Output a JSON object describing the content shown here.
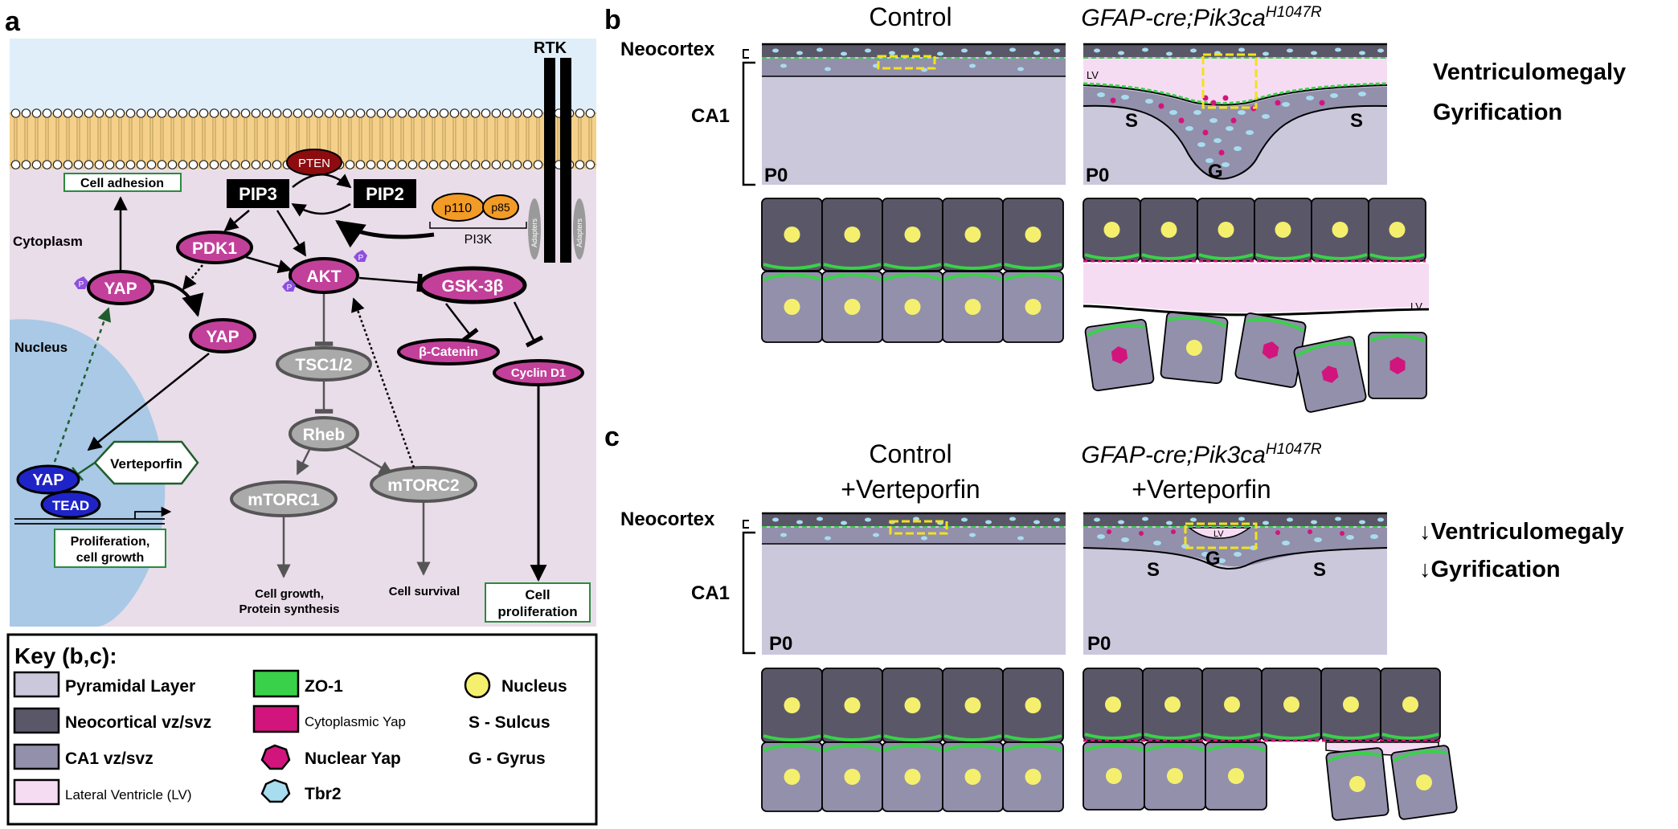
{
  "panels": {
    "a": "a",
    "b": "b",
    "c": "c"
  },
  "pathway": {
    "rtk": "RTK",
    "adapters": "Adapters",
    "pten": "PTEN",
    "pip3": "PIP3",
    "pip2": "PIP2",
    "p110": "p110",
    "p85": "p85",
    "pi3k": "PI3K",
    "cell_adhesion": "Cell adhesion",
    "cytoplasm": "Cytoplasm",
    "nucleus": "Nucleus",
    "pdk1": "PDK1",
    "akt": "AKT",
    "yap": "YAP",
    "p": "P",
    "gsk3b": "GSK-3β",
    "beta_catenin": "β-Catenin",
    "cyclin_d1": "Cyclin D1",
    "tsc12": "TSC1/2",
    "rheb": "Rheb",
    "mtorc1": "mTORC1",
    "mtorc2": "mTORC2",
    "verteporfin": "Verteporfin",
    "tead": "TEAD",
    "prolif_1": "Proliferation,",
    "prolif_2": "cell growth",
    "growth_1": "Cell growth,",
    "growth_2": "Protein synthesis",
    "survival": "Cell survival",
    "cellprolif_1": "Cell",
    "cellprolif_2": "proliferation"
  },
  "key": {
    "title": "Key (b,c):",
    "items": [
      {
        "label": "Pyramidal Layer",
        "color": "#cbc8dc"
      },
      {
        "label": "Neocortical vz/svz",
        "color": "#5a5868"
      },
      {
        "label": "CA1 vz/svz",
        "color": "#9390ac"
      },
      {
        "label": "Lateral Ventricle (LV)",
        "color": "#f6dcf2"
      },
      {
        "label": "ZO-1",
        "color": "#3ad14a"
      },
      {
        "label": "Cytoplasmic Yap",
        "color": "#d2157d"
      },
      {
        "label": "Nuclear Yap",
        "color": "#d2157d"
      },
      {
        "label": "Tbr2",
        "color": "#a8dcef"
      },
      {
        "label": "Nucleus",
        "color": "#f5ef6e"
      },
      {
        "label": "S - Sulcus"
      },
      {
        "label": "G - Gyrus"
      }
    ]
  },
  "panel_b": {
    "control": "Control",
    "mutant_prefix": "GFAP-cre;Pik3ca",
    "mutant_sup": "H1047R",
    "neocortex": "Neocortex",
    "ca1": "CA1",
    "p0": "P0",
    "lv": "LV",
    "s": "S",
    "g": "G",
    "ventriculomegaly": "Ventriculomegaly",
    "gyrification": "Gyrification"
  },
  "panel_c": {
    "control_1": "Control",
    "control_2": "+Verteporfin",
    "mutant_prefix": "GFAP-cre;Pik3ca",
    "mutant_sup": "H1047R",
    "mutant_2": "+Verteporfin",
    "neocortex": "Neocortex",
    "ca1": "CA1",
    "p0": "P0",
    "lv": "LV",
    "s": "S",
    "g": "G",
    "ventriculomegaly": "↓Ventriculomegaly",
    "gyrification": "↓Gyrification"
  },
  "colors": {
    "pink": "#c2409a",
    "pyramidal": "#cbc8dc",
    "neocort": "#5a5868",
    "ca1vz": "#9390ac",
    "lv": "#f6dcf2",
    "zo1": "#3ad14a",
    "yap": "#d2157d",
    "tbr2": "#a8dcef",
    "nuc": "#f5ef6e",
    "highlight": "#f3e21c"
  }
}
